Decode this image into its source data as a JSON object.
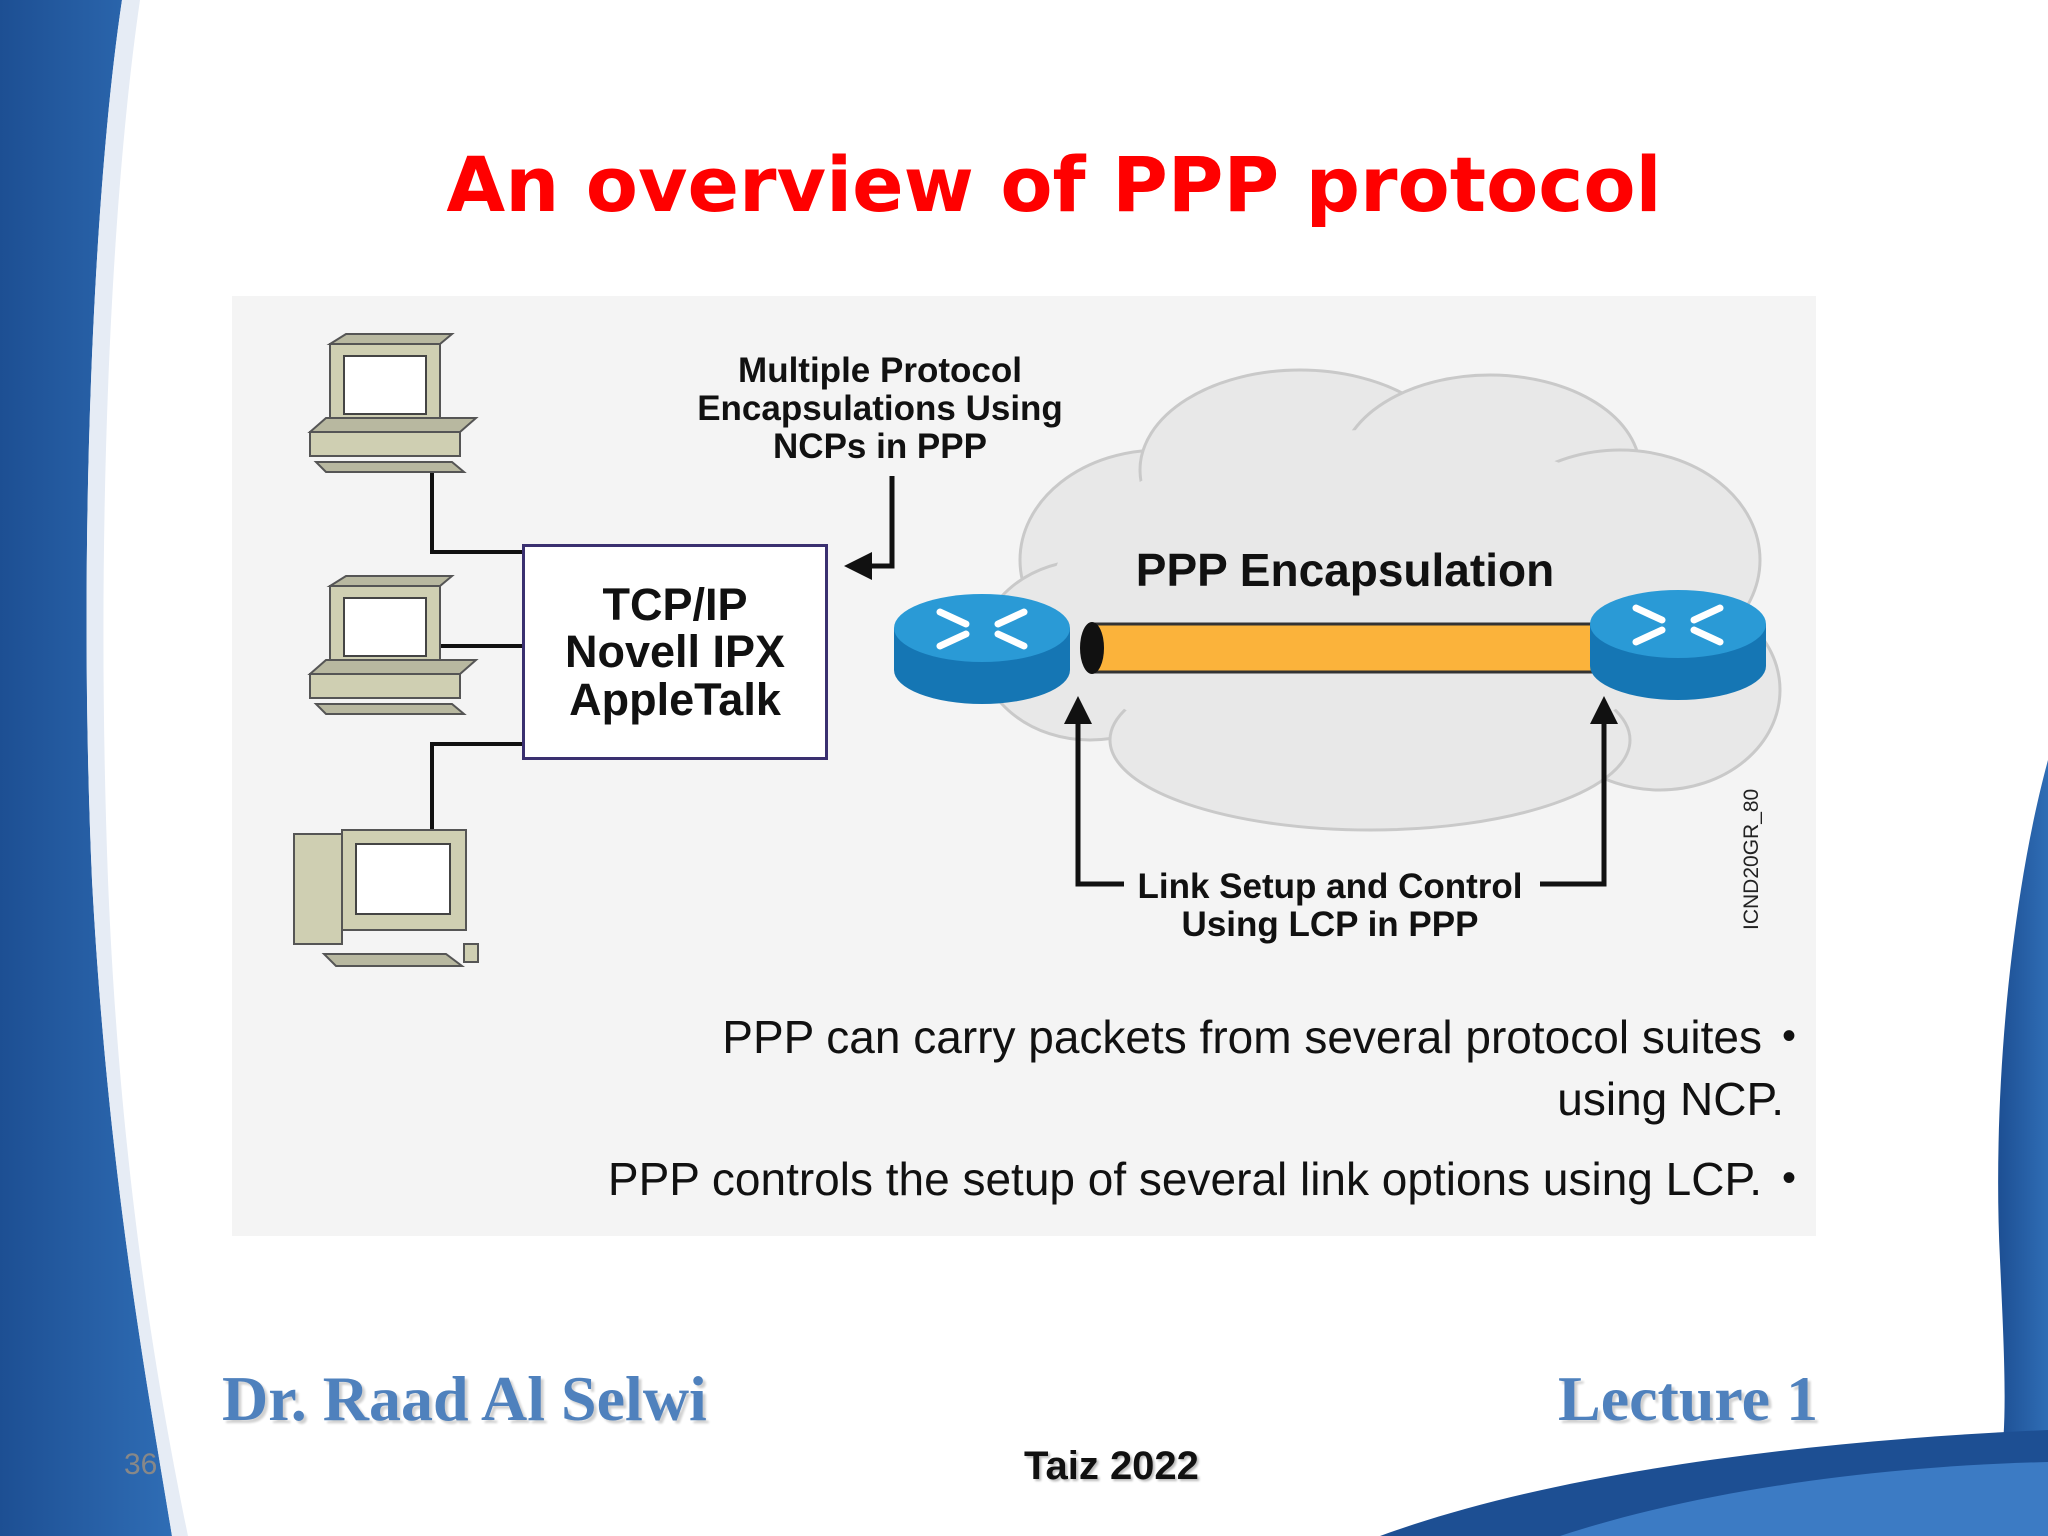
{
  "slide": {
    "title": "An overview of PPP protocol",
    "page_number": "36",
    "author": "Dr. Raad Al Selwi",
    "lecture": "Lecture 1",
    "place_year": "Taiz 2022"
  },
  "diagram": {
    "ncp_label_lines": [
      "Multiple Protocol",
      "Encapsulations Using",
      "NCPs in PPP"
    ],
    "protocols": [
      "TCP/IP",
      "Novell IPX",
      "AppleTalk"
    ],
    "encapsulation_label": "PPP Encapsulation",
    "lcp_label_lines": [
      "Link Setup and Control",
      "Using LCP in PPP"
    ],
    "figure_code": "ICND20GR_80",
    "link_color": "#fbb33b",
    "router_color": "#1f8fc8",
    "cloud_color": "#e8e8e8"
  },
  "bullets": [
    {
      "line1": "PPP can carry packets from several protocol suites",
      "line2": "using NCP."
    },
    {
      "line1": "PPP controls the setup of several link options using LCP.",
      "line2": ""
    }
  ],
  "colors": {
    "title": "#ff0000",
    "footer": "#4f81bd",
    "frame_blue": "#2c62a6"
  }
}
